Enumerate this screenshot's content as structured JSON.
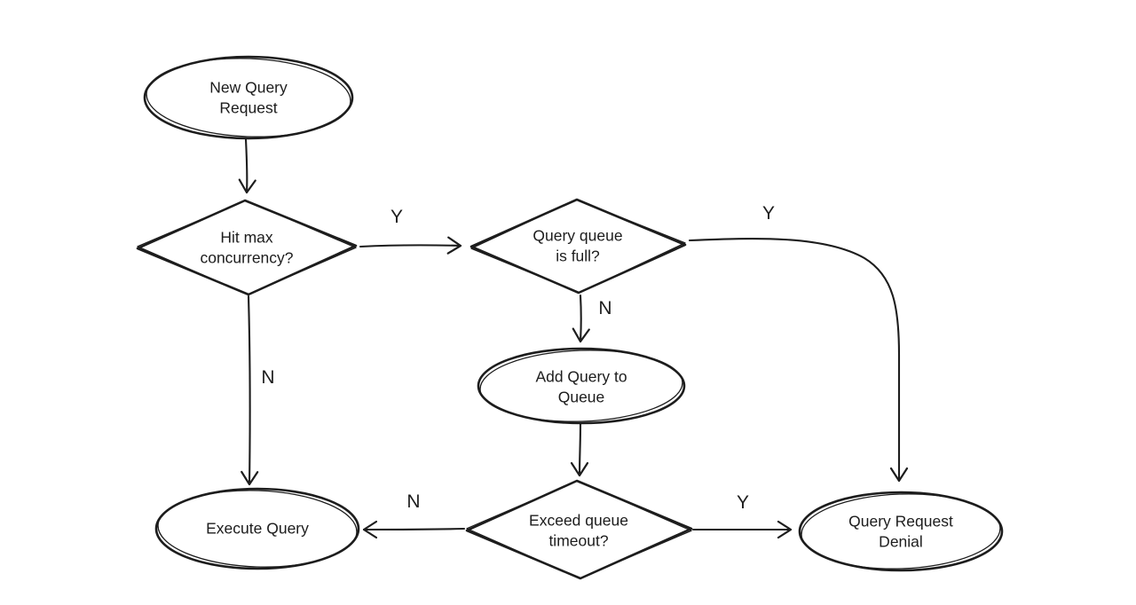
{
  "colors": {
    "ink": "#1d1d1d",
    "bg": "#ffffff"
  },
  "diagram": {
    "type": "flowchart",
    "style": "hand-drawn",
    "nodes": [
      {
        "id": "new_query_request",
        "shape": "ellipse",
        "label": "New Query\nRequest"
      },
      {
        "id": "hit_max_concurrency",
        "shape": "diamond",
        "label": "Hit max\nconcurrency?"
      },
      {
        "id": "query_queue_full",
        "shape": "diamond",
        "label": "Query queue\nis full?"
      },
      {
        "id": "add_query_to_queue",
        "shape": "ellipse",
        "label": "Add Query to\nQueue"
      },
      {
        "id": "exceed_queue_timeout",
        "shape": "diamond",
        "label": "Exceed queue\ntimeout?"
      },
      {
        "id": "execute_query",
        "shape": "ellipse",
        "label": "Execute Query"
      },
      {
        "id": "query_request_denial",
        "shape": "ellipse",
        "label": "Query Request\nDenial"
      }
    ],
    "edges": [
      {
        "from": "new_query_request",
        "to": "hit_max_concurrency",
        "label": ""
      },
      {
        "from": "hit_max_concurrency",
        "to": "query_queue_full",
        "label": "Y"
      },
      {
        "from": "hit_max_concurrency",
        "to": "execute_query",
        "label": "N"
      },
      {
        "from": "query_queue_full",
        "to": "add_query_to_queue",
        "label": "N"
      },
      {
        "from": "query_queue_full",
        "to": "query_request_denial",
        "label": "Y"
      },
      {
        "from": "add_query_to_queue",
        "to": "exceed_queue_timeout",
        "label": ""
      },
      {
        "from": "exceed_queue_timeout",
        "to": "execute_query",
        "label": "N"
      },
      {
        "from": "exceed_queue_timeout",
        "to": "query_request_denial",
        "label": "Y"
      }
    ]
  }
}
